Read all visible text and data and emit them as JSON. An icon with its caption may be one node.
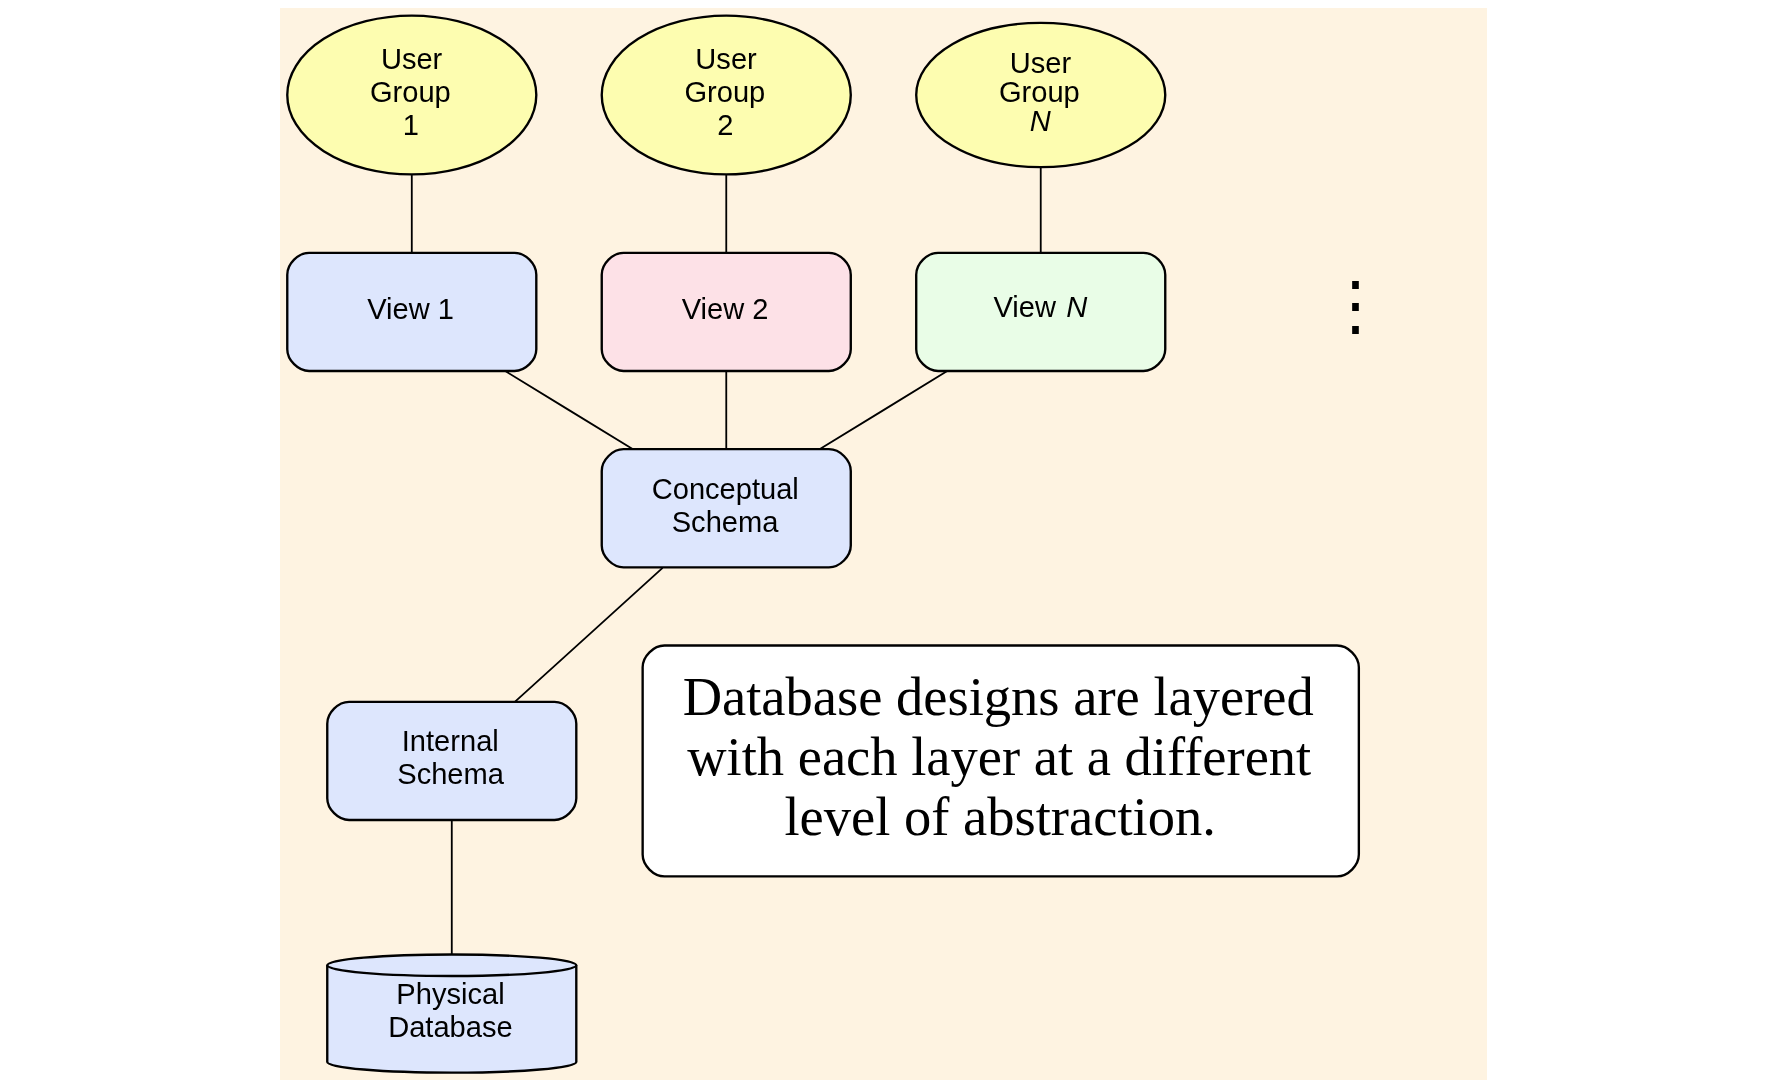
{
  "diagram": {
    "nodes": [
      {
        "text": [
          "User Group 1"
        ]
      },
      {
        "text": [
          "User Group 2"
        ]
      },
      {
        "text": [
          "User Group *N*"
        ]
      },
      {
        "text": [
          "View 1"
        ]
      },
      {
        "text": [
          "View 2"
        ]
      },
      {
        "text": [
          "View *N*"
        ]
      },
      {
        "text": [
          "Conceptual Schema"
        ]
      },
      {
        "text": [
          "Internal Schema"
        ]
      },
      {
        "text": [
          "Physical Database"
        ]
      },
      {
        "text": [
          "Database designs are layered with each layer at a different level of abstraction."
        ]
      }
    ],
    "edges": [
      {
        "from": 0,
        "to": 3,
        "arrow": "none"
      },
      {
        "from": 1,
        "to": 4,
        "arrow": "none"
      },
      {
        "from": 2,
        "to": 5,
        "arrow": "none"
      },
      {
        "from": 3,
        "to": 6,
        "arrow": "none"
      },
      {
        "from": 4,
        "to": 6,
        "arrow": "none"
      },
      {
        "from": 5,
        "to": 6,
        "arrow": "none"
      },
      {
        "from": 6,
        "to": 7,
        "arrow": "none"
      },
      {
        "from": 7,
        "to": 8,
        "arrow": "none"
      }
    ],
    "labels": [
      "⋮"
    ]
  }
}
